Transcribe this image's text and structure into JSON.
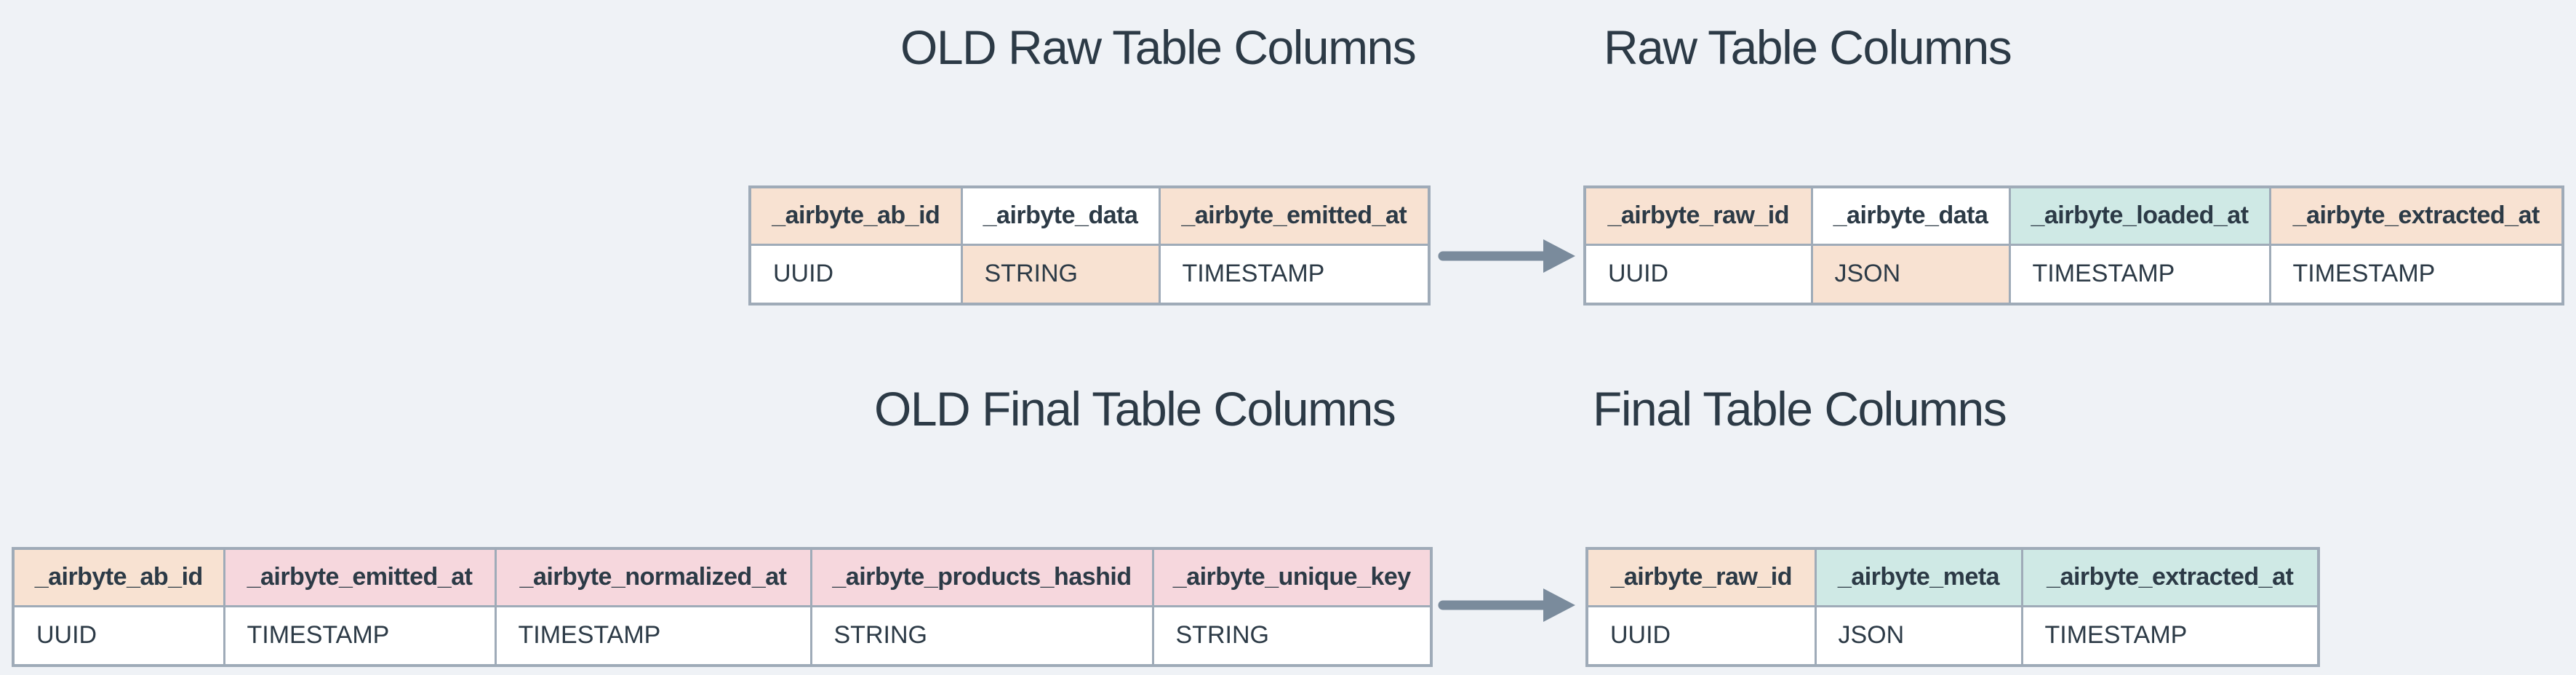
{
  "colors": {
    "background": "#EFF2F6",
    "text": "#2C3A46",
    "border": "#9FABB8",
    "arrow": "#7A8B9C",
    "peach": "#F8E2D2",
    "pink": "#F6D7DD",
    "teal": "#CFE9E5",
    "white": "#FFFFFF"
  },
  "sections": {
    "raw": {
      "old_title": "OLD Raw Table Columns",
      "new_title": "Raw Table Columns",
      "old_columns": [
        {
          "name": "_airbyte_ab_id",
          "type": "UUID",
          "name_bg": "peach",
          "type_bg": "white"
        },
        {
          "name": "_airbyte_data",
          "type": "STRING",
          "name_bg": "white",
          "type_bg": "peach"
        },
        {
          "name": "_airbyte_emitted_at",
          "type": "TIMESTAMP",
          "name_bg": "peach",
          "type_bg": "white"
        }
      ],
      "new_columns": [
        {
          "name": "_airbyte_raw_id",
          "type": "UUID",
          "name_bg": "peach",
          "type_bg": "white"
        },
        {
          "name": "_airbyte_data",
          "type": "JSON",
          "name_bg": "white",
          "type_bg": "peach"
        },
        {
          "name": "_airbyte_loaded_at",
          "type": "TIMESTAMP",
          "name_bg": "teal",
          "type_bg": "white"
        },
        {
          "name": "_airbyte_extracted_at",
          "type": "TIMESTAMP",
          "name_bg": "peach",
          "type_bg": "white"
        }
      ]
    },
    "final": {
      "old_title": "OLD Final Table Columns",
      "new_title": "Final Table Columns",
      "old_columns": [
        {
          "name": "_airbyte_ab_id",
          "type": "UUID",
          "name_bg": "peach",
          "type_bg": "white"
        },
        {
          "name": "_airbyte_emitted_at",
          "type": "TIMESTAMP",
          "name_bg": "pink",
          "type_bg": "white"
        },
        {
          "name": "_airbyte_normalized_at",
          "type": "TIMESTAMP",
          "name_bg": "pink",
          "type_bg": "white"
        },
        {
          "name": "_airbyte_products_hashid",
          "type": "STRING",
          "name_bg": "pink",
          "type_bg": "white"
        },
        {
          "name": "_airbyte_unique_key",
          "type": "STRING",
          "name_bg": "pink",
          "type_bg": "white"
        }
      ],
      "new_columns": [
        {
          "name": "_airbyte_raw_id",
          "type": "UUID",
          "name_bg": "peach",
          "type_bg": "white"
        },
        {
          "name": "_airbyte_meta",
          "type": "JSON",
          "name_bg": "teal",
          "type_bg": "white"
        },
        {
          "name": "_airbyte_extracted_at",
          "type": "TIMESTAMP",
          "name_bg": "teal",
          "type_bg": "white"
        }
      ]
    }
  }
}
